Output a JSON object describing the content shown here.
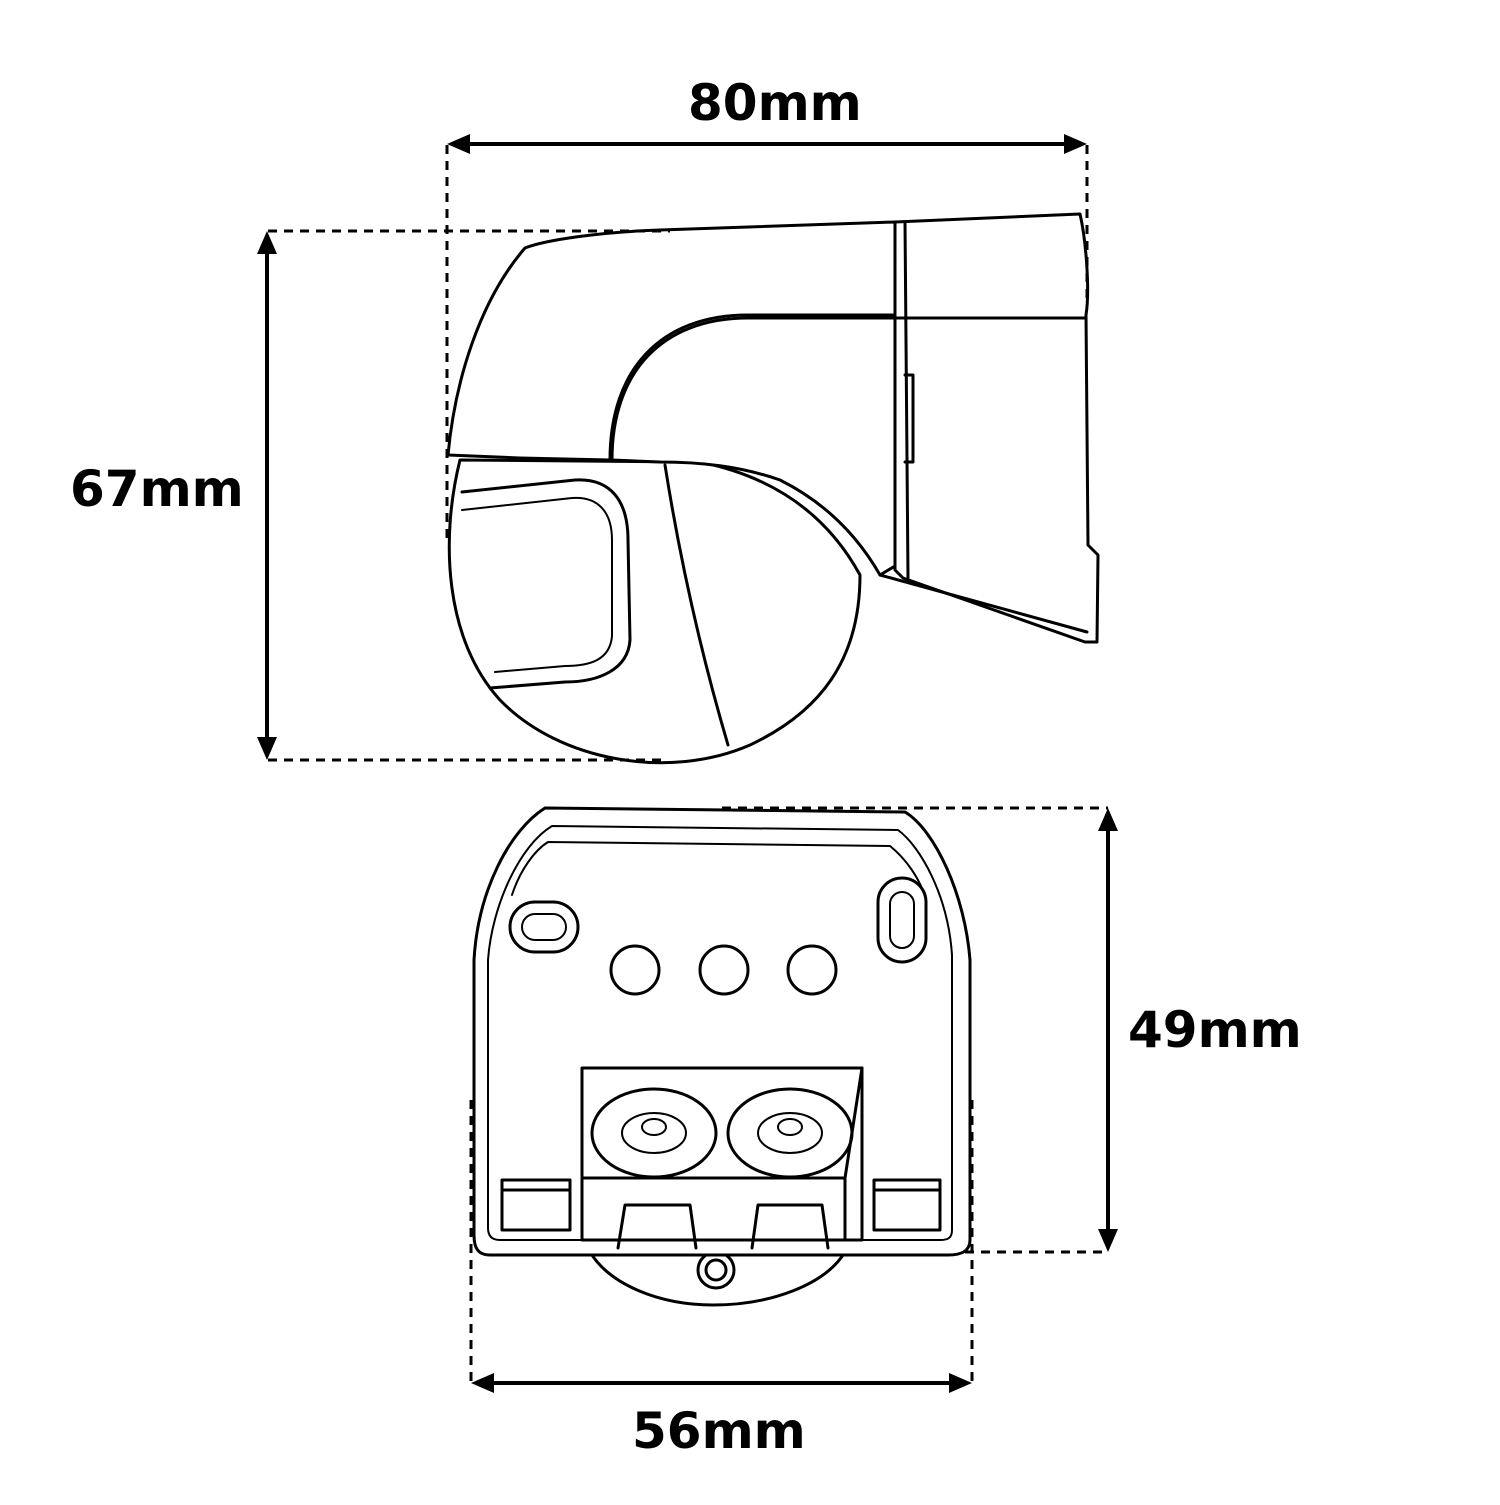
{
  "dimensions": {
    "width_top": "80mm",
    "height_left": "67mm",
    "height_right": "49mm",
    "width_bottom": "56mm"
  },
  "colors": {
    "line": "#000000",
    "background": "#ffffff"
  }
}
